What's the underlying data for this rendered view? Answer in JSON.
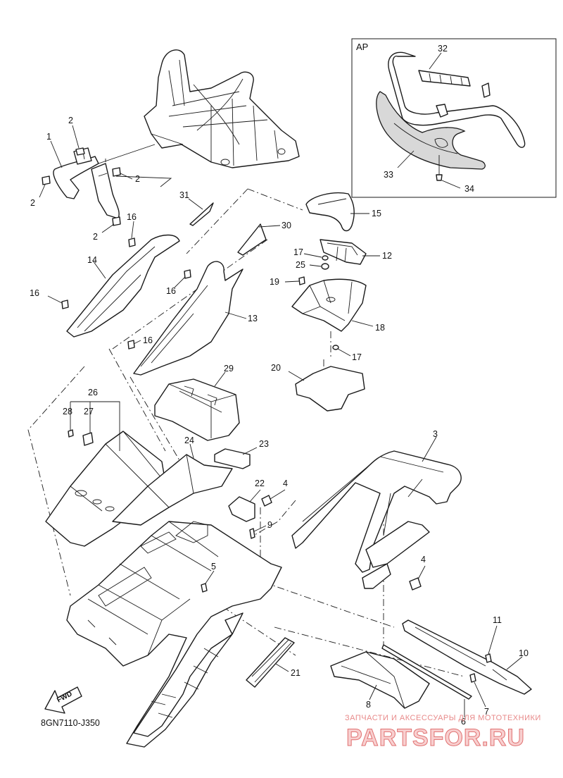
{
  "diagram": {
    "code": "8GN7110-J350",
    "inset_label": "AP",
    "fwd_label": "FWD"
  },
  "watermark": {
    "tagline": "ЗАПЧАСТИ И АКСЕССУАРЫ ДЛЯ МОТОТЕХНИКИ",
    "brand": "PARTSFOR.RU"
  },
  "callouts": {
    "c1": "1",
    "c2a": "2",
    "c2b": "2",
    "c2c": "2",
    "c2d": "2",
    "c3": "3",
    "c4a": "4",
    "c4b": "4",
    "c5": "5",
    "c6": "6",
    "c7": "7",
    "c8": "8",
    "c9": "9",
    "c10": "10",
    "c11": "11",
    "c12": "12",
    "c13": "13",
    "c14": "14",
    "c15": "15",
    "c16a": "16",
    "c16b": "16",
    "c16c": "16",
    "c16d": "16",
    "c17a": "17",
    "c17b": "17",
    "c18": "18",
    "c19": "19",
    "c20": "20",
    "c21": "21",
    "c22": "22",
    "c23": "23",
    "c24": "24",
    "c25": "25",
    "c26": "26",
    "c27": "27",
    "c28": "28",
    "c29": "29",
    "c30": "30",
    "c31": "31",
    "c32": "32",
    "c33": "33",
    "c34": "34"
  },
  "colors": {
    "line": "#1a1a1a",
    "watermark": "#e07070"
  }
}
